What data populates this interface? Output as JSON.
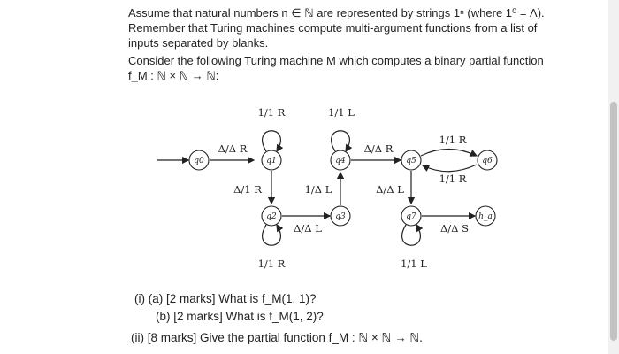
{
  "text": {
    "p1": "Assume that natural numbers n ∈ ℕ are represented by strings 1ⁿ (where 1⁰ = Λ). Remember that Turing machines compute multi-argument functions from a list of inputs separated by blanks.",
    "p2": "Consider the following Turing machine M which computes a binary partial function f_M : ℕ × ℕ → ℕ:",
    "q1a": "(i) (a) [2 marks] What is f_M(1, 1)?",
    "q1b": "(b) [2 marks] What is f_M(1, 2)?",
    "q2": "(ii) [8 marks] Give the partial function f_M : ℕ × ℕ → ℕ."
  },
  "diagram": {
    "states": {
      "q0": "q0",
      "q1": "q1",
      "q2": "q2",
      "q3": "q3",
      "q4": "q4",
      "q5": "q5",
      "q6": "q6",
      "q7": "q7",
      "ha": "h_a"
    },
    "labels": {
      "q1_loop": "1/1 R",
      "q4_loop": "1/1 L",
      "q2_loop": "1/1 R",
      "q7_loop": "1/1 L",
      "q0_q1": "Δ/Δ R",
      "q4_q5": "Δ/Δ R",
      "q5_q6": "1/1 R",
      "q6_q5": "1/1 R",
      "q1_q2": "Δ/1 R",
      "q3_q4": "1/Δ L",
      "q5_q7": "Δ/Δ L",
      "q2_q3": "Δ/Δ L",
      "q7_ha": "Δ/Δ S"
    }
  }
}
